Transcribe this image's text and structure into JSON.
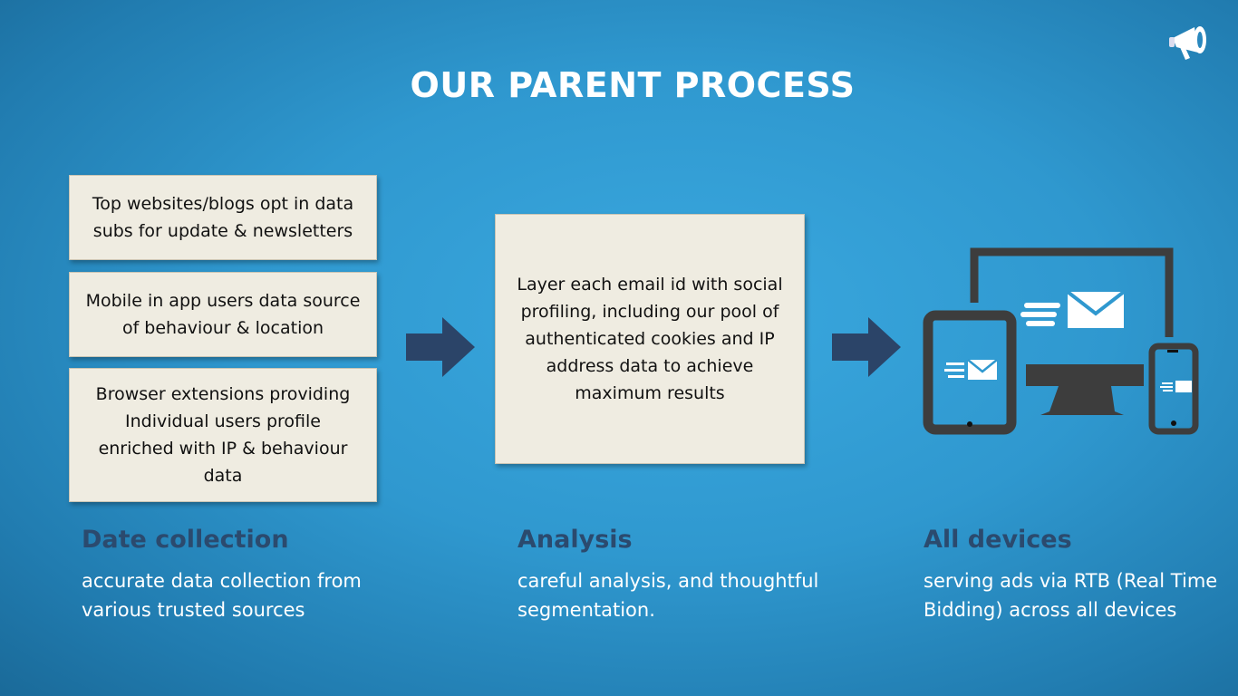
{
  "title": "OUR PARENT PROCESS",
  "sources": [
    "Top websites/blogs opt in data subs for update & newsletters",
    "Mobile in app users data source of behaviour & location",
    "Browser extensions providing Individual users profile enriched with IP & behaviour data"
  ],
  "analysis_box": "Layer each email id with social profiling, including our pool of authenticated cookies and IP address data to achieve maximum results",
  "columns": [
    {
      "heading": "Date collection",
      "description": "accurate data collection from various trusted sources"
    },
    {
      "heading": "Analysis",
      "description": "careful analysis, and thoughtful segmentation."
    },
    {
      "heading": "All devices",
      "description": "serving ads via RTB (Real Time Bidding) across all devices"
    }
  ],
  "colors": {
    "box": "#efece1",
    "arrow": "#2b4468",
    "heading": "#2b4a6e",
    "device": "#3d3d3d"
  }
}
